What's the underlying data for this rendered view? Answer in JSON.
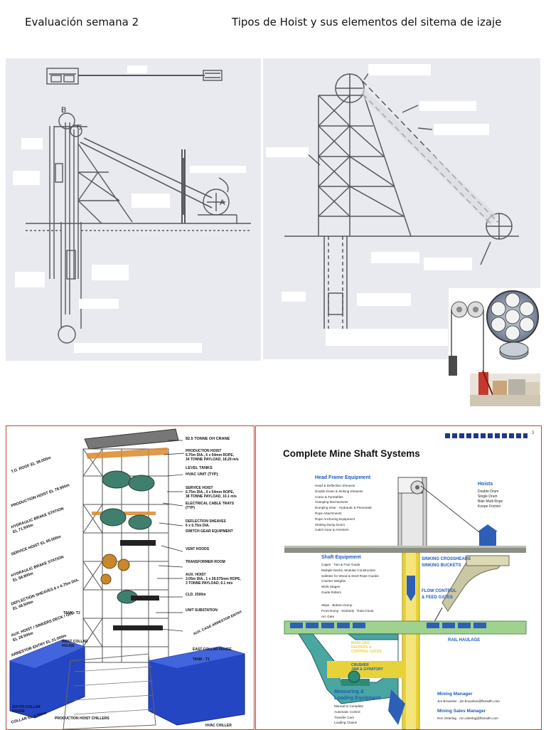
{
  "header": {
    "left_title": "Evaluación semana 2",
    "right_title": "Tipos de Hoist y sus elementos del sitema de izaje"
  },
  "diagram_left": {
    "labels": [
      "B",
      "C",
      "A"
    ]
  },
  "tower_panel": {
    "labels": {
      "crane": "82.5 TONNE OH CRANE",
      "prod_hoist": "PRODUCTION HOIST",
      "prod_hoist_spec1": "6.75m DIA., 6 x 54mm ROPE,",
      "prod_hoist_spec2": "34 TONNE PAYLOAD, 18.29 m/s",
      "level_tanks": "LEVEL TANKS",
      "hvac": "HVAC UNIT (TYP)",
      "service_hoist": "SERVICE HOIST",
      "service_spec1": "6.75m DIA., 4 x 54mm ROPE,",
      "service_spec2": "38 TONNE PAYLOAD, 10.1 m/s",
      "cable_trays": "ELECTRICAL CABLE TRAYS",
      "typ": "(TYP)",
      "deflection": "DEFLECTION SHEAVES",
      "deflection_spec": "6 x 6.75m DIA.",
      "switch_gear": "SWITCH GEAR EQUIPMENT",
      "vent_hoods": "VENT HOODS",
      "transformer": "TRANSFORMER ROOM",
      "aux_hoist": "AUX. HOIST",
      "aux_spec1": "3.05m DIA., 1 x 28.575mm ROPE,",
      "aux_spec2": "3 TONNE PAYLOAD, 6.1 m/s",
      "cld": "CLD. 2500m",
      "unit_substation": "UNIT SUBSTATION",
      "aux_cage": "AUX. CAGE ARRESTOR ENTRY",
      "east_collar": "EAST COLLAR HOUSE",
      "tank_t1": "TANK - T1",
      "tank_t2": "TANK - T2",
      "west_collar": "WEST COLLAR",
      "house": "HOUSE",
      "south_collar": "SOUTH COLLAR",
      "south_house": "HOUSE",
      "hvac_chiller": "HVAC CHILLER",
      "prod_hoist_chillers": "PRODUCTION HOIST CHILLERS",
      "to_roof": "T.O. ROOF EL 38.000m",
      "prod_hoist_el": "PRODUCTION HOIST EL 78.900m",
      "hyd_brake": "HYDRAULIC BRAKE STATION",
      "hyd_brake_el": "EL 71.500m",
      "service_hoist_el": "SERVICE HOIST EL 65.000m",
      "hyd_brake2": "HYDRAULIC BRAKE STATION",
      "hyd_brake2_el": "EL 58.800m",
      "deflection_el": "DEFLECTION SHEAVES 6 x 6.75m DIA.",
      "deflection_el2": "EL 48.500m",
      "aux_sinker": "AUX. HOIST / SINKERS DECK / OLD",
      "aux_sinker_el": "EL 28.500m",
      "arrestor_entry": "ARRESTOR ENTRY EL 21.000m",
      "collar": "COLLAR EL 0.000m"
    }
  },
  "shaft_panel": {
    "page_number": "3",
    "title": "Complete Mine Shaft Systems",
    "head_frame": {
      "heading": "Head Frame Equipment",
      "items": [
        "Head & Deflection Sheaves",
        "Double Down & Sinking Sheaves",
        "Crane & Turntables",
        "Clamping Mechanisms",
        "Dumping Gear · Hydraulic & Pneumatic",
        "Rope Attachments",
        "Rope Anchoring Equipment",
        "Sinking Dump Doors",
        "Catch Gear & Arrestors"
      ]
    },
    "hoists": {
      "heading": "Hoists",
      "items": [
        "Double Drum",
        "Single Drum",
        "Blair Multi Rope",
        "Koepe Friction"
      ]
    },
    "shaft_equipment": {
      "heading": "Shaft Equipment",
      "items": [
        "Cages · Two & Four Guide",
        "Multiple Decks, Modular Construction",
        "Safeties for Wood & Steel Rope Guides",
        "Counter Weights",
        "Work Stages",
        "Guide Rollers"
      ],
      "items2": [
        "Skips · Bottom Dump",
        "Front Dump · Kimberly · Rola-Chute",
        "Arc Gate"
      ]
    },
    "sinking": [
      "SINKING CROSSHEADS",
      "SINKING BUCKETS"
    ],
    "flow_control": [
      "FLOW CONTROL",
      "& FEED GATES"
    ],
    "rail_haulage": "RAIL HAULAGE",
    "bin_feeders": [
      "MAIN GRIZ.",
      "FEEDERS &",
      "CONTROL GATES"
    ],
    "crusher": [
      "CRUSHER",
      "JAW & GYRATORY"
    ],
    "measuring": {
      "heading": [
        "Measuring &",
        "Loading Equipment"
      ],
      "items": [
        "Manual to Complete",
        "Automatic Control",
        "Transfer Cars",
        "Loading Chains"
      ]
    },
    "contacts": [
      {
        "role": "Mining Manager",
        "detail": "Jim Brownlee · jim.brownlee@flsmidth.com"
      },
      {
        "role": "Mining Sales Manager",
        "detail": "Ron Osterlag · ron.osterlag@flsmidth.com"
      }
    ]
  },
  "colors": {
    "scan_bg": "#e9eaef",
    "line": "#56575e",
    "accent_blue": "#2d5fb8",
    "navy": "#1b3a8c",
    "heading_blue": "#1d5bbf",
    "panel_border": "#b8453a",
    "tower_blue": "#2546c2",
    "yellow": "#e8d23a",
    "ground_green": "#9fd18f"
  }
}
